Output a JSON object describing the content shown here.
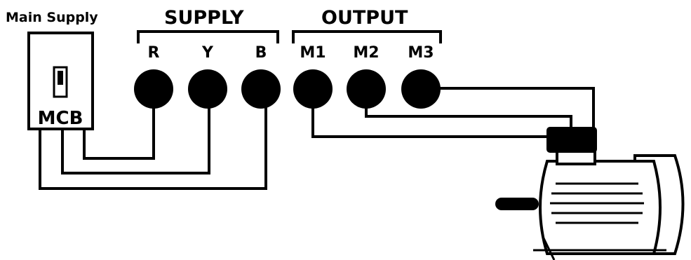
{
  "labels": {
    "main_supply": "Main Supply",
    "supply": "SUPPLY",
    "output": "OUTPUT",
    "breaker": "MCB"
  },
  "terminals": {
    "supply": [
      "R",
      "Y",
      "B"
    ],
    "output": [
      "M1",
      "M2",
      "M3"
    ]
  },
  "colors": {
    "ink": "#000000",
    "background": "#ffffff"
  }
}
